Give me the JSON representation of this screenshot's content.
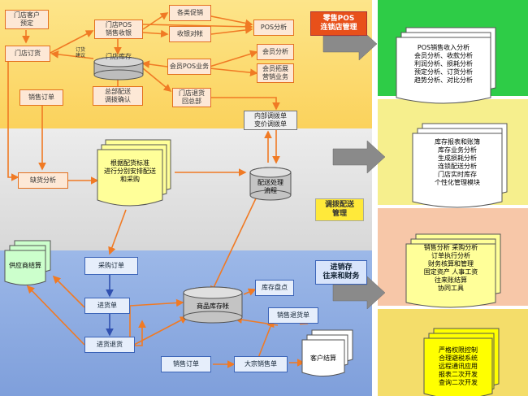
{
  "top_band": {
    "store_customer": "门店客户\n预定",
    "store_order": "门店订货",
    "store_pos": "门店POS\n销售收银",
    "store_inventory": "门店库存",
    "promotion": "各类促销",
    "receipt_check": "收银对帐",
    "pos_analysis": "POS分析",
    "member_pos": "会员POS业务",
    "member_analysis": "会员分析",
    "member_expand": "会员拓展\n营销业务",
    "hq_distribution": "总部配送\n调拨确认",
    "store_return": "门店退货\n回总部",
    "order_suggest": "订货\n建议",
    "sales_order": "销售订单",
    "title": "零售POS\n连锁店管理"
  },
  "mid_band": {
    "shortage": "缺货分析",
    "plan_doc": "根据配货标准\n进行分别安排配送\n和采购",
    "internal_transfer": "内部调拨单\n变价调拨单",
    "distribution_flow": "配送处理\n流程",
    "title": "调拨配送\n管理"
  },
  "bottom_band": {
    "supplier_settle": "供应商结算",
    "purchase_order": "采购订单",
    "receipt": "进货单",
    "purchase_return": "进货退货",
    "inventory": "商品库存帐",
    "stock_check": "库存盘点",
    "sales_return": "销售退货单",
    "customer_settle": "客户结算",
    "sales_order": "销售订单",
    "wholesale_order": "大宗销售单",
    "title": "进销存\n往来和财务"
  },
  "right_docs": [
    "POS销售收入分析\n会员分析、收款分析\n利润分析、损耗分析\n预定分析、订货分析\n趋势分析、对比分析",
    "库存报表和账簿\n库存业务分析\n生成损耗分析\n连锁配送分析\n门店实时库存\n个性化管理模块",
    "销售分析 采购分析\n订单执行分析\n财务核算和管理\n固定资产 人事工资\n往来账结算\n协同工具",
    "严格权限控制\n合理避税系统\n远程通讯应用\n报表二次开发\n查询二次开发"
  ],
  "colors": {
    "orange_line": "#f07a24",
    "blue_line": "#3050b0",
    "arrow_gray": "#8a8a8a"
  }
}
